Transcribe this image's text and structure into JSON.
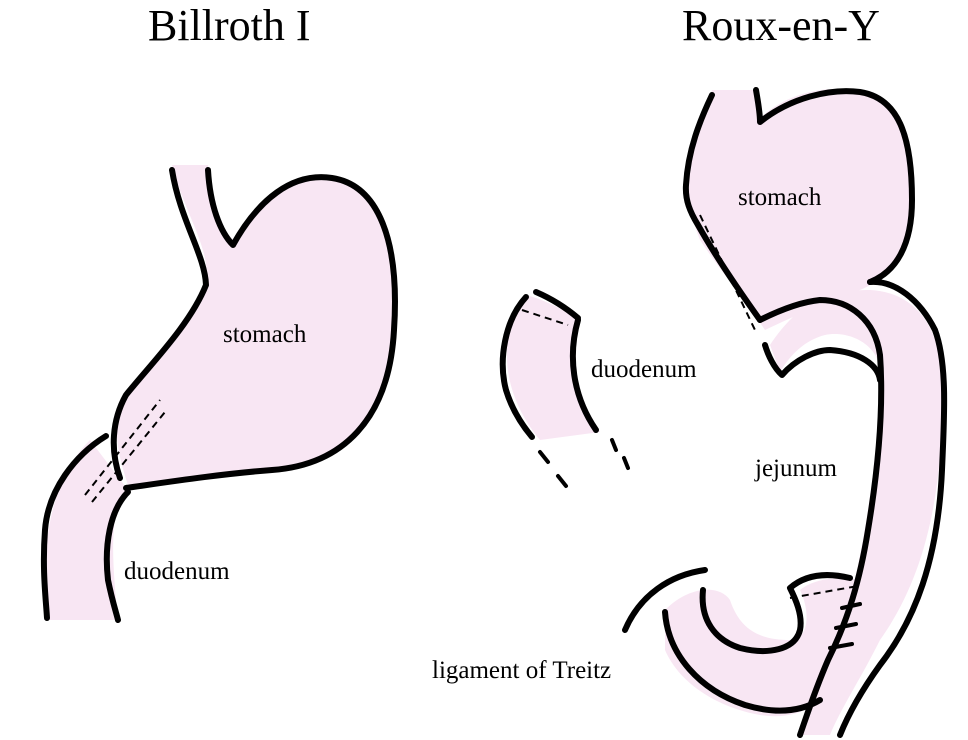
{
  "titles": {
    "billroth": "Billroth I",
    "roux": "Roux-en-Y"
  },
  "billroth": {
    "stomach": "stomach",
    "duodenum": "duodenum"
  },
  "roux": {
    "stomach": "stomach",
    "duodenum": "duodenum",
    "jejunum": "jejunum",
    "ligament": "ligament of Treitz"
  },
  "colors": {
    "organ_fill": "#f8e6f3",
    "outline": "#000000"
  }
}
